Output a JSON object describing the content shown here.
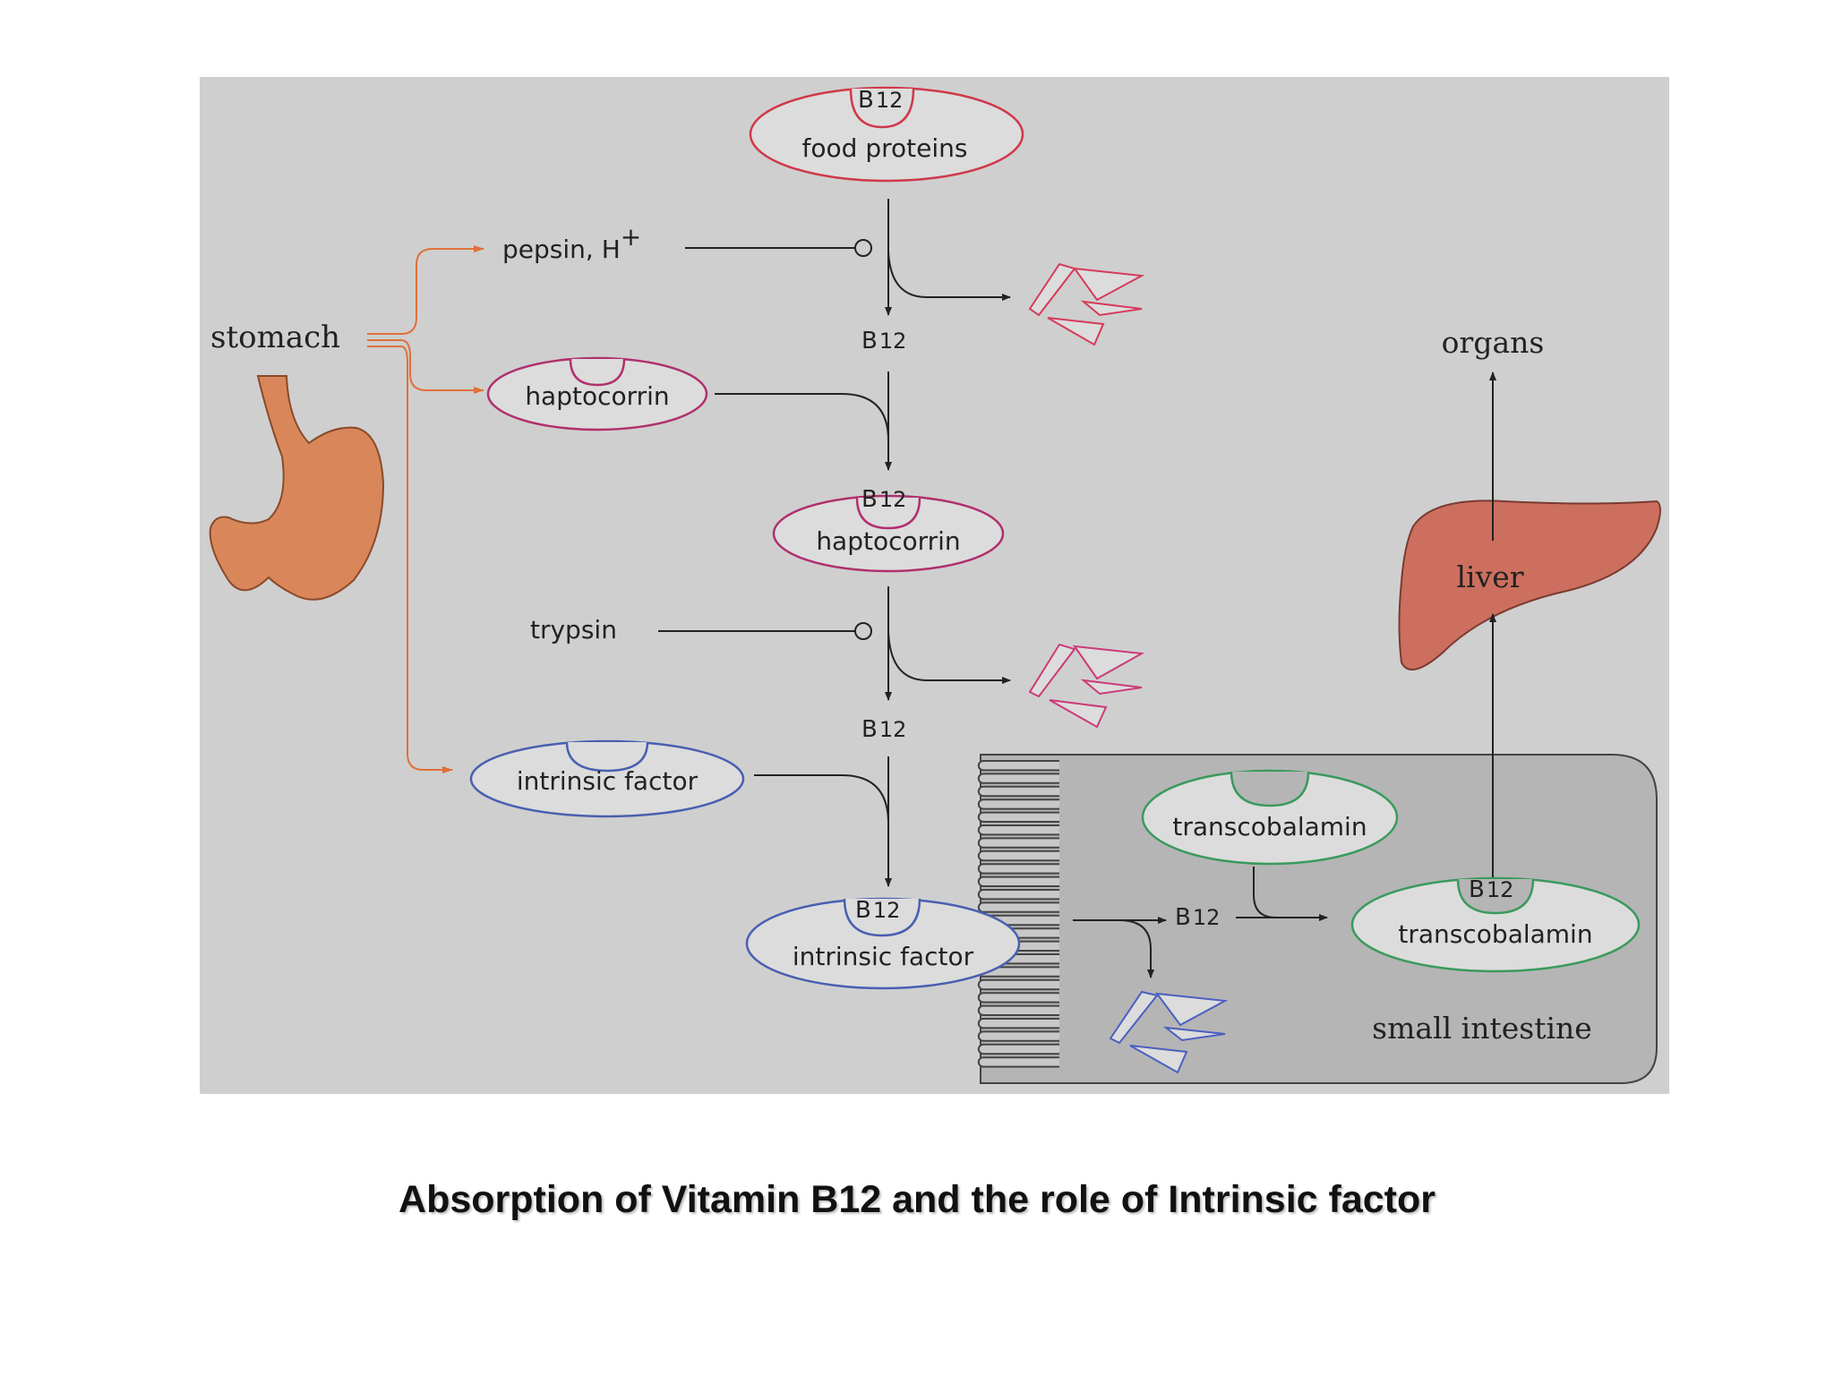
{
  "caption": "Absorption  of Vitamin B12 and the role of Intrinsic factor",
  "labels": {
    "b12": "B",
    "b12_sub": "12",
    "food_proteins": "food proteins",
    "pepsin": "pepsin,  H",
    "pepsin_sup": "+",
    "stomach": "stomach",
    "haptocorrin": "haptocorrin",
    "trypsin": "trypsin",
    "intrinsic_factor": "intrinsic factor",
    "transcobalamin": "transcobalamin",
    "organs": "organs",
    "liver": "liver",
    "small_intestine": "small intestine"
  },
  "colors": {
    "panel": "#cfcfcf",
    "intestine": "#b5b5b5",
    "food_proteins": "#d0384a",
    "haptocorrin": "#b0306e",
    "intrinsic_factor": "#4a5fb0",
    "transcobalamin": "#3a9a5c",
    "stomach": "#d9875a",
    "liver": "#cc6f5e",
    "orange_arrow": "#e0703a",
    "fragments_red": "#d63a5a",
    "fragments_pink": "#cc3a78",
    "fragments_blue": "#4a5fc0"
  }
}
